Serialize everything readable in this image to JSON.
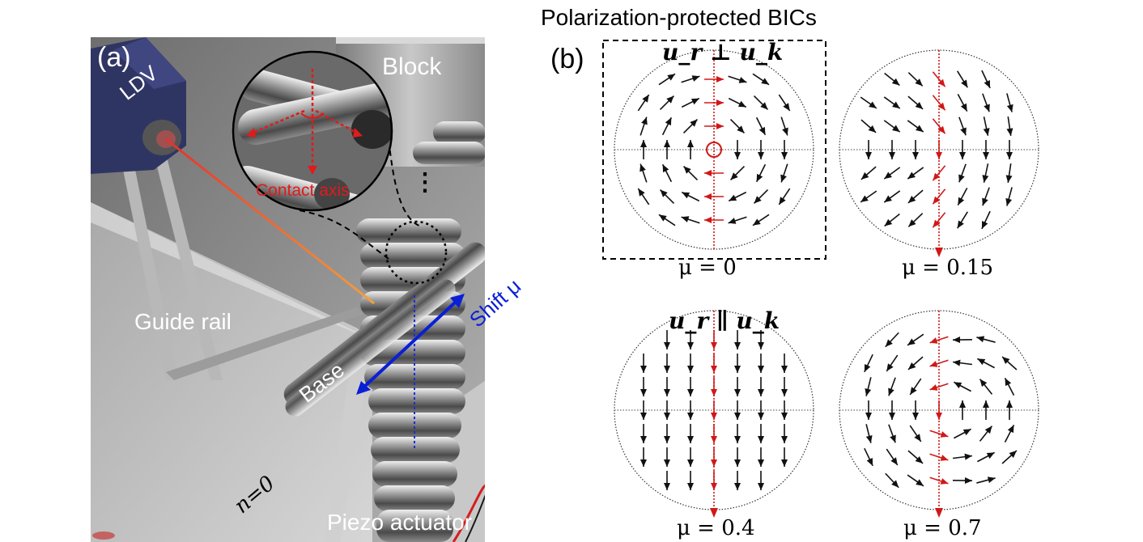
{
  "title": "Polarization-protected BICs",
  "panel_a": {
    "label": "(a)",
    "ldv": "LDV",
    "block": "Block",
    "contact_axis": "Contact axis",
    "ellipsis": "⋮",
    "shift": "Shift μ",
    "guide_rail": "Guide rail",
    "base": "Base",
    "n0": "n=0",
    "piezo": "Piezo actuator"
  },
  "panel_b": {
    "label": "(b)",
    "perp_label": "u_r ⊥ u_k",
    "par_label": "u_r ∥ u_k",
    "plots": [
      {
        "mu_label": "μ = 0",
        "mu": 0
      },
      {
        "mu_label": "μ = 0.15",
        "mu": 0.15
      },
      {
        "mu_label": "μ = 0.4",
        "mu": 0.4
      },
      {
        "mu_label": "μ = 0.7",
        "mu": 0.7
      }
    ]
  },
  "colors": {
    "laser": "#e4322b",
    "shift_arrow": "#0a1fd6",
    "ldv_box": "#2f3563",
    "arrow_red": "#d01818",
    "arrow_black": "#111111"
  }
}
